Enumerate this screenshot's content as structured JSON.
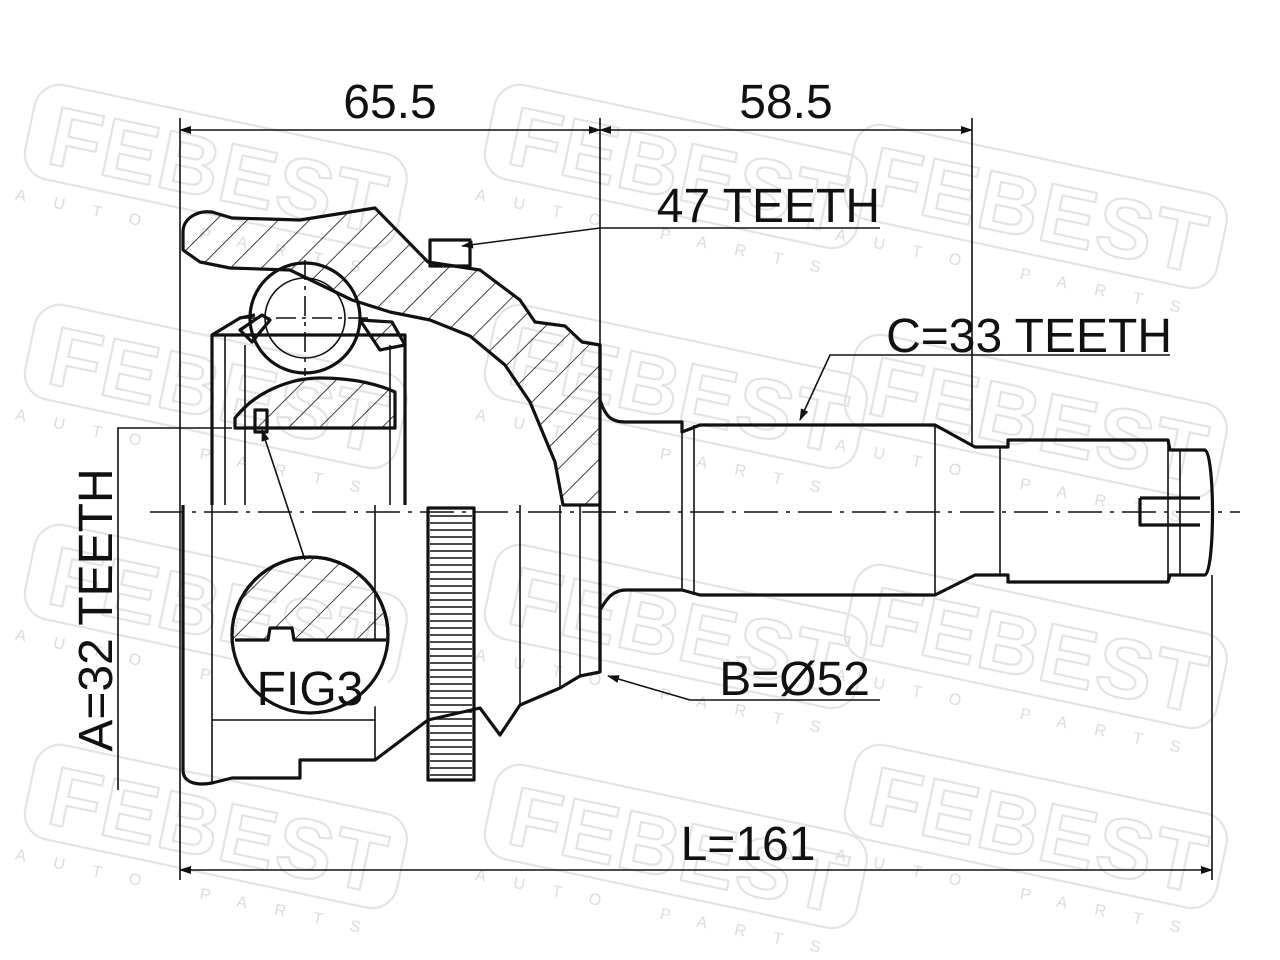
{
  "watermark": {
    "brand": "FEBEST",
    "tagline": "AUTO PARTS"
  },
  "dimensions": {
    "housing_length": "65.5",
    "shaft_length": "58.5",
    "total_length": "L=161"
  },
  "callouts": {
    "outer_teeth": "47 TEETH",
    "shaft_spline": "C=33 TEETH",
    "seal_diameter": "B=Ø52",
    "inner_spline": "A=32 TEETH",
    "figure_ref": "FIG3"
  },
  "colors": {
    "line": "#111111",
    "watermark": "#e4e4e4"
  }
}
